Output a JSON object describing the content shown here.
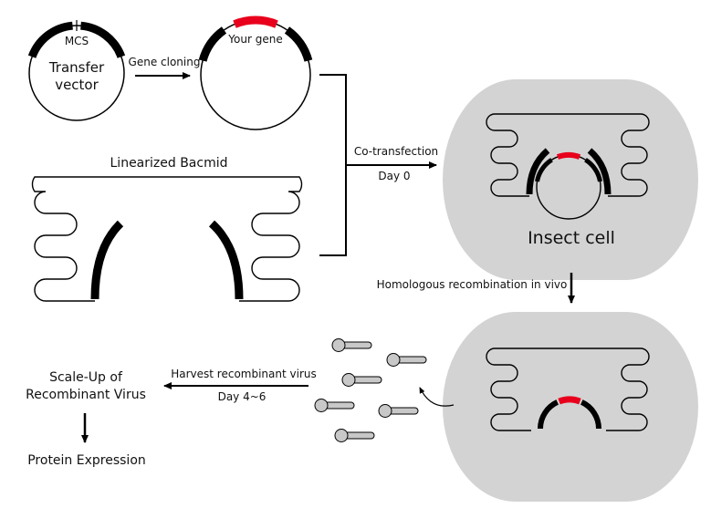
{
  "colors": {
    "insert": "#e8001c",
    "cell_fill": "#d3d3d3",
    "virus_fill": "#c8c8c8",
    "line": "#000000"
  },
  "transfer_vector": {
    "mcs_label": "MCS",
    "name_line1": "Transfer",
    "name_line2": "vector"
  },
  "gene_cloning_label": "Gene cloning",
  "recombinant_vector": {
    "insert_label": "Your gene"
  },
  "bacmid_label": "Linearized Bacmid",
  "cotransfection": {
    "label": "Co-transfection",
    "day": "Day 0"
  },
  "insect_cell_label": "Insect cell",
  "homologous_label": "Homologous recombination in vivo",
  "harvest": {
    "label": "Harvest recombinant virus",
    "day": "Day 4~6"
  },
  "scale_up": {
    "line1": "Scale-Up of",
    "line2": "Recombinant Virus"
  },
  "protein_label": "Protein Expression",
  "icons": [
    "plasmid-icon",
    "bacmid-icon",
    "insect-cell-icon",
    "virus-particle-icon",
    "arrow-icon"
  ]
}
